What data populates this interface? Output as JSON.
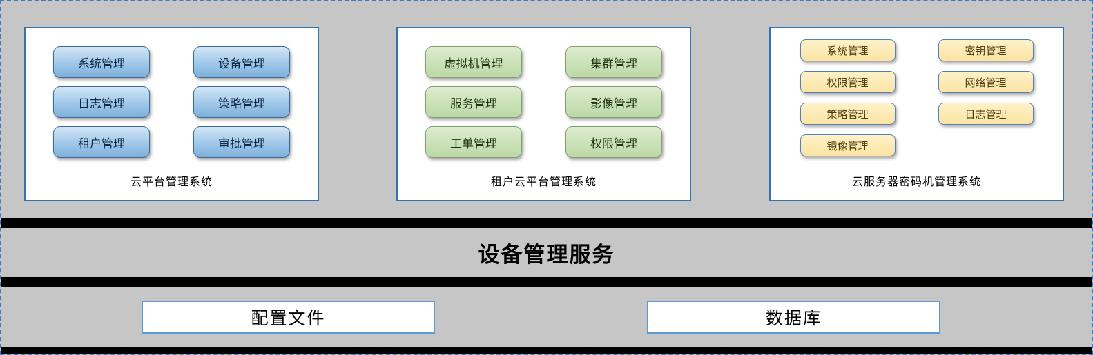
{
  "colors": {
    "background": "#c6c6c6",
    "outer_border": "#3f7ac0",
    "panel_border": "#2e75b6",
    "divider_bar": "#000000",
    "blue_module_fill": "#9cc5e8",
    "blue_module_border": "#3a6a9b",
    "green_module_fill": "#bcd9a6",
    "green_module_border": "#84a06f",
    "yellow_module_fill": "#fbe3a2",
    "yellow_module_border": "#4f81bd",
    "storage_box_border": "#5b9bd5"
  },
  "panels": [
    {
      "title": "云平台管理系统",
      "color": "blue",
      "buttons": [
        "系统管理",
        "设备管理",
        "日志管理",
        "策略管理",
        "租户管理",
        "审批管理"
      ]
    },
    {
      "title": "租户云平台管理系统",
      "color": "green",
      "buttons": [
        "虚拟机管理",
        "集群管理",
        "服务管理",
        "影像管理",
        "工单管理",
        "权限管理"
      ]
    },
    {
      "title": "云服务器密码机管理系统",
      "color": "yellow",
      "buttons": [
        "系统管理",
        "密钥管理",
        "权限管理",
        "网络管理",
        "策略管理",
        "日志管理",
        "镜像管理"
      ]
    }
  ],
  "middle_band": {
    "label": "设备管理服务"
  },
  "bottom": {
    "config_box": "配置文件",
    "database_box": "数据库"
  }
}
